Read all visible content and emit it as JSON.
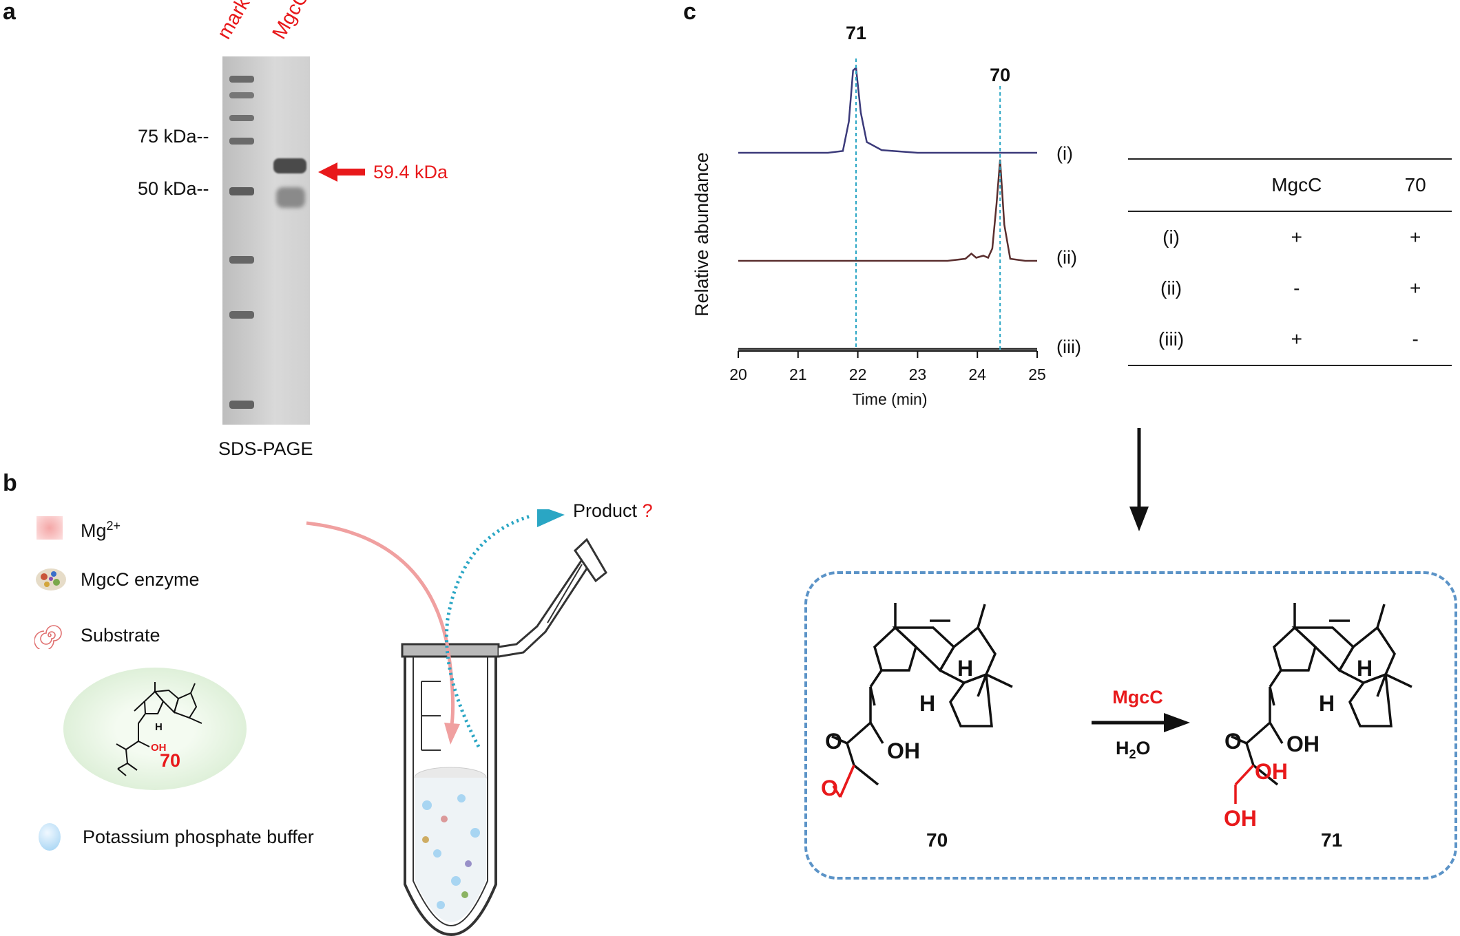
{
  "panels": {
    "a": "a",
    "b": "b",
    "c": "c"
  },
  "panel_a": {
    "lanes": [
      "marker",
      "MgcC"
    ],
    "markers": [
      "75 kDa--",
      "50 kDa--"
    ],
    "band_label": "59.4 kDa",
    "caption": "SDS-PAGE"
  },
  "panel_b": {
    "legend": {
      "mg": "Mg",
      "mg_sup": "2+",
      "enzyme": "MgcC enzyme",
      "substrate": "Substrate",
      "buffer": "Potassium phosphate buffer"
    },
    "compound_label": "70",
    "product_label": "Product",
    "product_mark": "?",
    "oh": "OH",
    "h": "H"
  },
  "panel_c": {
    "ylabel": "Relative abundance",
    "xlabel": "Time (min)",
    "peak_labels": [
      "71",
      "70"
    ],
    "trace_labels": [
      "(i)",
      "(ii)",
      "(iii)"
    ],
    "table": {
      "headers": [
        "",
        "MgcC",
        "70"
      ],
      "rows": [
        [
          "(i)",
          "+",
          "+"
        ],
        [
          "(ii)",
          "-",
          "+"
        ],
        [
          "(iii)",
          "+",
          "-"
        ]
      ]
    },
    "reaction": {
      "enzyme": "MgcC",
      "water": "H",
      "water_sub": "2",
      "water_tail": "O",
      "substrate_label": "70",
      "product_label": "71",
      "o": "O",
      "oh": "OH",
      "h": "H"
    }
  },
  "chart_data": {
    "type": "line",
    "xlabel": "Time (min)",
    "ylabel": "Relative abundance",
    "xlim": [
      20,
      25
    ],
    "xticks": [
      20,
      21,
      22,
      23,
      24,
      25
    ],
    "series": [
      {
        "name": "(i)",
        "color": "#3b3a7a",
        "x": [
          20.0,
          21.5,
          21.75,
          21.85,
          21.92,
          21.97,
          22.05,
          22.15,
          22.4,
          23.0,
          25.0
        ],
        "y": [
          0.0,
          0.0,
          0.02,
          0.35,
          0.92,
          0.95,
          0.45,
          0.12,
          0.03,
          0.0,
          0.0
        ]
      },
      {
        "name": "(ii)",
        "color": "#5a2e2e",
        "x": [
          20.0,
          23.5,
          23.8,
          23.9,
          23.98,
          24.1,
          24.18,
          24.25,
          24.32,
          24.38,
          24.45,
          24.55,
          24.8,
          25.0
        ],
        "y": [
          0.0,
          0.0,
          0.02,
          0.07,
          0.03,
          0.05,
          0.03,
          0.12,
          0.55,
          0.98,
          0.35,
          0.02,
          0.0,
          0.0
        ]
      },
      {
        "name": "(iii)",
        "color": "#222222",
        "x": [
          20.0,
          25.0
        ],
        "y": [
          0.0,
          0.0
        ]
      }
    ],
    "reference_lines": [
      {
        "label": "71",
        "x": 21.97
      },
      {
        "label": "70",
        "x": 24.38
      }
    ]
  }
}
